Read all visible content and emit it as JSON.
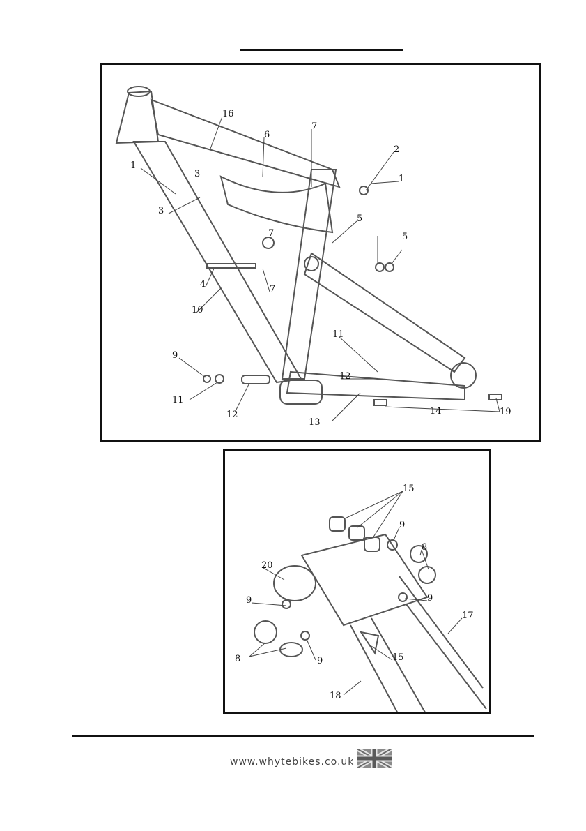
{
  "main_diagram": {
    "callouts": [
      "16",
      "7",
      "6",
      "2",
      "1",
      "1",
      "3",
      "3",
      "5",
      "5",
      "7",
      "4",
      "7",
      "10",
      "9",
      "11",
      "11",
      "12",
      "12",
      "13",
      "19",
      "14"
    ]
  },
  "detail_diagram": {
    "callouts": [
      "15",
      "9",
      "8",
      "20",
      "9",
      "9",
      "17",
      "8",
      "9",
      "15",
      "18"
    ]
  },
  "footer": {
    "url": "www.whytebikes.co.uk",
    "flag_icon": "union-jack-icon"
  }
}
